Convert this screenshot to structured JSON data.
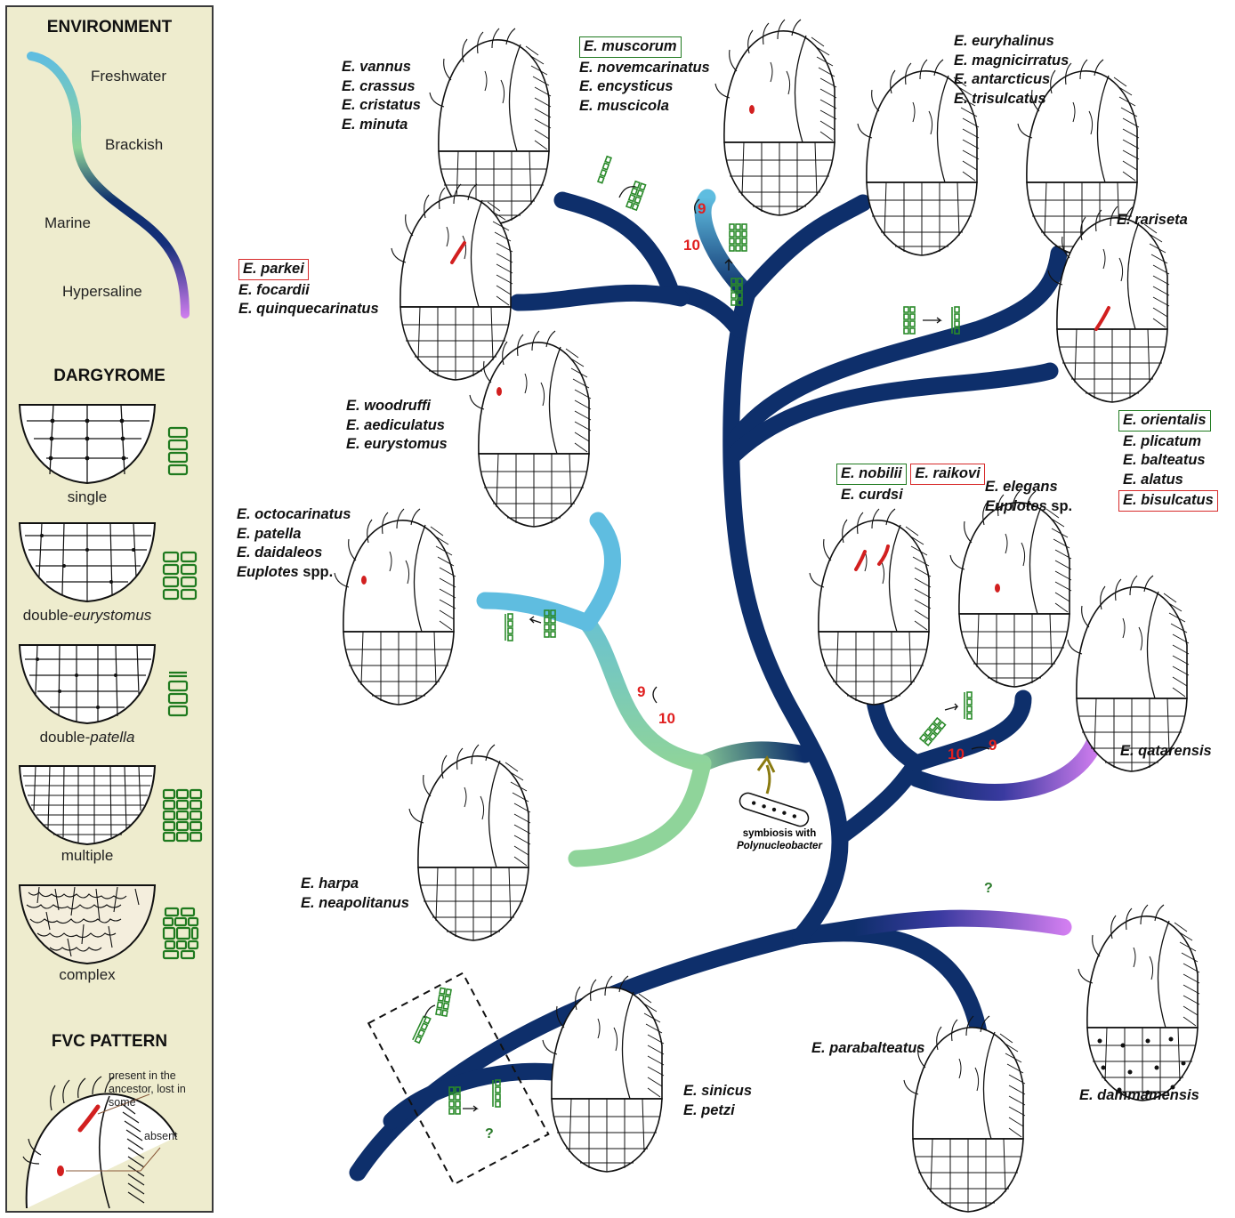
{
  "legend": {
    "environment_title": "ENVIRONMENT",
    "environment_levels": [
      "Freshwater",
      "Brackish",
      "Marine",
      "Hypersaline"
    ],
    "dargyrome_title": "DARGYROME",
    "dargyrome_types": {
      "single": "single",
      "double_eurystomus_prefix": "double-",
      "double_eurystomus_italic": "eurystomus",
      "double_patella_prefix": "double-",
      "double_patella_italic": "patella",
      "multiple": "multiple",
      "complex": "complex"
    },
    "fvc_title": "FVC PATTERN",
    "fvc_present": "present in the ancestor, lost in some",
    "fvc_absent": "absent"
  },
  "colors": {
    "freshwater": "#5fbde0",
    "brackish": "#8fd49a",
    "marine": "#0e2f6b",
    "hypersaline": "#d27ef0",
    "dargyrome_icon": "#1f7a1f",
    "fvc_marker": "#d21f1f",
    "box_green": "#1f7a1f",
    "box_red": "#d72a2a",
    "numbers": "#e01f1f",
    "symbiosis_arrow": "#8a7a10",
    "legend_bg": "#eeecce"
  },
  "clades": {
    "vannus": [
      "E. vannus",
      "E. crassus",
      "E. cristatus",
      "E. minuta"
    ],
    "muscorum_boxed": "E. muscorum",
    "muscorum": [
      "E. novemcarinatus",
      "E. encysticus",
      "E. muscicola"
    ],
    "euryhalinus": [
      "E. euryhalinus",
      "E. magnicirratus",
      "E. antarcticus",
      "E. trisulcatus"
    ],
    "rariseta": "E. rariseta",
    "parkei_boxed": "E. parkei",
    "parkei": [
      "E. focardii",
      "E. quinquecarinatus"
    ],
    "woodruffi": [
      "E. woodruffi",
      "E. aediculatus",
      "E. eurystomus"
    ],
    "orientalis_boxed": "E. orientalis",
    "orientalis": [
      "E. plicatum",
      "E. balteatus",
      "E. alatus"
    ],
    "bisulcatus_boxed": "E. bisulcatus",
    "nobilii_boxed": "E. nobilii",
    "raikovi_boxed": "E. raikovi",
    "curdsi": "E. curdsi",
    "elegans": "E. elegans",
    "euplotes_sp_genus": "Euplotes",
    "euplotes_sp_suffix": " sp.",
    "octocarinatus": [
      "E. octocarinatus",
      "E. patella",
      "E. daidaleos"
    ],
    "euplotes_spp_genus": "Euplotes",
    "euplotes_spp_suffix": " spp.",
    "qatarensis": "E. qatarensis",
    "harpa": [
      "E. harpa",
      "E. neapolitanus"
    ],
    "parabalteatus": "E. parabalteatus",
    "dammamensis": "E. dammamensis",
    "sinicus": [
      "E. sinicus",
      "E. petzi"
    ]
  },
  "transitions": {
    "muscorum_9": "9",
    "muscorum_10": "10",
    "octo_9": "9",
    "octo_10": "10",
    "qatar_10": "10",
    "qatar_9": "9",
    "q_dammam": "?",
    "q_sinicus": "?"
  },
  "symbiosis": {
    "line1": "symbiosis with",
    "line2": "Polynucleobacter"
  }
}
